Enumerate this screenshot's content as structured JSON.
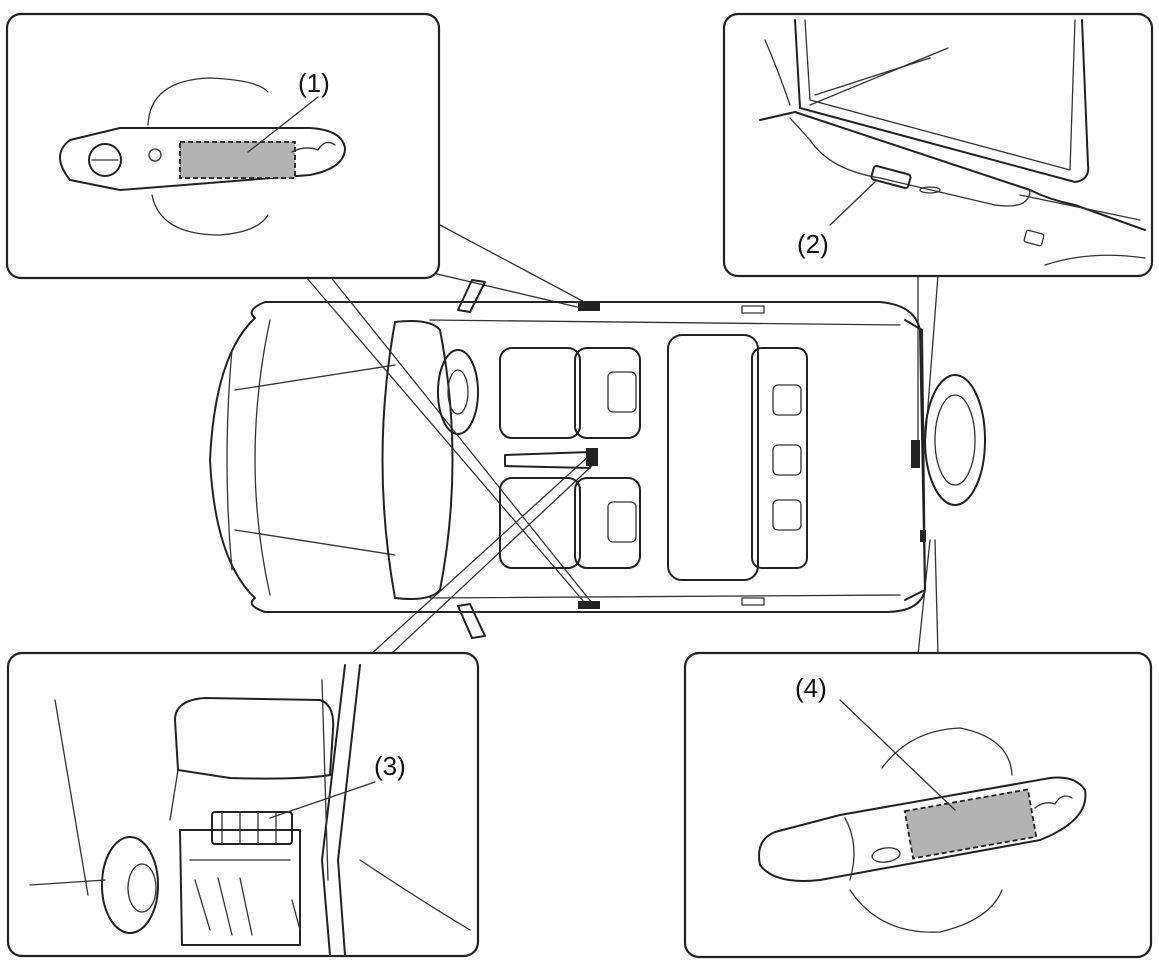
{
  "callouts": {
    "c1": "(1)",
    "c2": "(2)",
    "c3": "(3)",
    "c4": "(4)"
  },
  "colors": {
    "line": "#222222",
    "antenna_fill": "#b3b3b3",
    "background": "#ffffff"
  },
  "icons": [
    "door-handle-icon",
    "rear-bumper-icon",
    "console-icon",
    "car-top-view-icon"
  ]
}
